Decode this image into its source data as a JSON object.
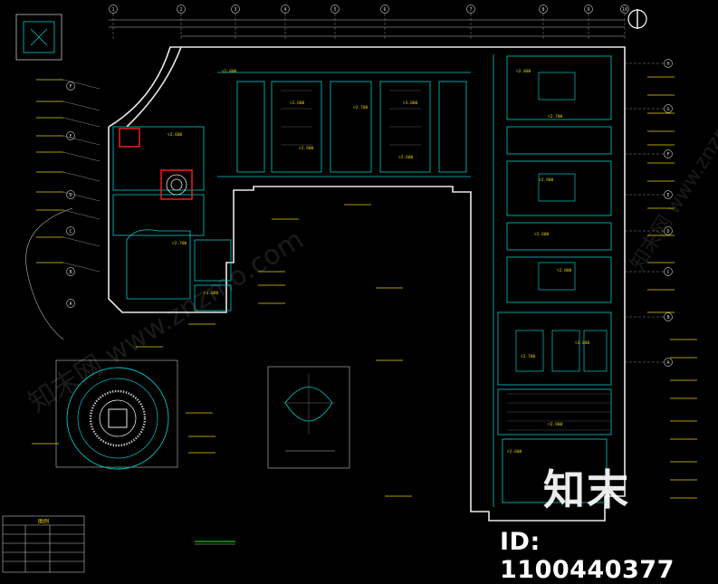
{
  "drawing": {
    "north_symbol": "north-arrow",
    "colors": {
      "background": "#000000",
      "wall": "#e8e8e8",
      "grid_axis": "#b0b0b0",
      "cyan": "#00c8c8",
      "yellow": "#e6d200",
      "green": "#00d000",
      "red": "#ff2020",
      "dim_line": "#c0c0c0"
    },
    "axis_labels_top": [
      "1",
      "2",
      "3",
      "4",
      "5",
      "6",
      "7",
      "8",
      "9",
      "10"
    ],
    "axis_labels_left": [
      "F",
      "E",
      "D",
      "C",
      "B",
      "A"
    ],
    "axis_labels_right": [
      "H",
      "G",
      "F",
      "E",
      "D",
      "C",
      "B",
      "A"
    ],
    "ceiling_elevations": [
      "▽2.800",
      "▽2.600",
      "▽2.700",
      "▽3.000",
      "▽2.900",
      "▽2.600",
      "▽2.800",
      "▽2.700",
      "▽2.900",
      "▽2.600",
      "▽2.800",
      "▽2.700"
    ],
    "legend_title": "图例"
  },
  "watermark": {
    "logo_text": "知末",
    "id_text": "ID: 1100440377",
    "diag_text": "知末网 www.znzmo.com"
  }
}
